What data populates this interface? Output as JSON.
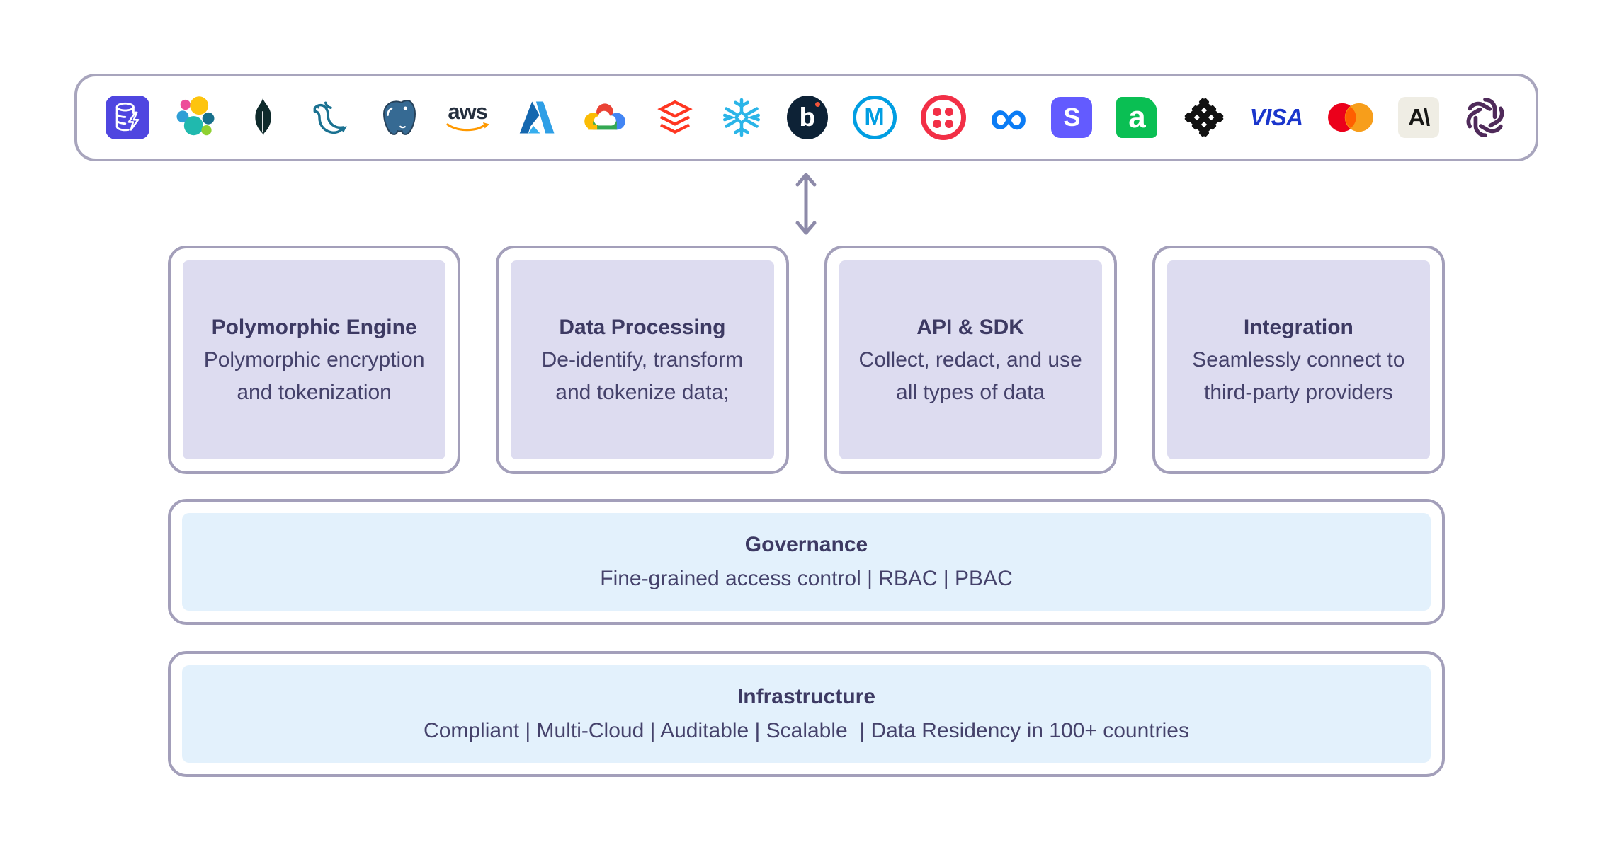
{
  "diagram": {
    "modules": [
      {
        "title": "Polymorphic Engine",
        "description": "Polymorphic encryption and tokenization"
      },
      {
        "title": "Data Processing",
        "description": "De-identify, transform and tokenize data;"
      },
      {
        "title": "API & SDK",
        "description": "Collect, redact, and use all types of data"
      },
      {
        "title": "Integration",
        "description": "Seamlessly connect to third-party providers"
      }
    ],
    "governance": {
      "title": "Governance",
      "description": "Fine-grained access control | RBAC | PBAC"
    },
    "infrastructure": {
      "title": "Infrastructure",
      "description": "Compliant | Multi-Cloud | Auditable | Scalable  | Data Residency in 100+ countries"
    }
  },
  "logo_bar": {
    "logos": [
      {
        "name": "database-icon",
        "label": "Database"
      },
      {
        "name": "elastic-icon",
        "label": "Elastic"
      },
      {
        "name": "mongodb-icon",
        "label": "MongoDB"
      },
      {
        "name": "mysql-icon",
        "label": "MySQL"
      },
      {
        "name": "postgresql-icon",
        "label": "PostgreSQL"
      },
      {
        "name": "aws-icon",
        "label": "AWS"
      },
      {
        "name": "azure-icon",
        "label": "Microsoft Azure"
      },
      {
        "name": "google-cloud-icon",
        "label": "Google Cloud"
      },
      {
        "name": "databricks-icon",
        "label": "Databricks"
      },
      {
        "name": "snowflake-icon",
        "label": "Snowflake"
      },
      {
        "name": "braze-icon",
        "label": "Braze"
      },
      {
        "name": "mulesoft-icon",
        "label": "MuleSoft"
      },
      {
        "name": "twilio-icon",
        "label": "Twilio"
      },
      {
        "name": "meta-icon",
        "label": "Meta"
      },
      {
        "name": "stripe-icon",
        "label": "Stripe"
      },
      {
        "name": "adyen-icon",
        "label": "Adyen"
      },
      {
        "name": "plaid-icon",
        "label": "Plaid"
      },
      {
        "name": "visa-icon",
        "label": "Visa"
      },
      {
        "name": "mastercard-icon",
        "label": "Mastercard"
      },
      {
        "name": "anthropic-icon",
        "label": "Anthropic"
      },
      {
        "name": "openai-icon",
        "label": "OpenAI"
      }
    ]
  },
  "logo_text": {
    "aws": "aws",
    "visa": "VISA",
    "braze_letter": "b",
    "mulesoft_letter": "M",
    "stripe_letter": "S",
    "adyen_letter": "a",
    "anthropic_letter": "A\\",
    "meta_infinity": "∞"
  },
  "colors": {
    "border_gray_purple": "#a39fba",
    "card_lavender": "#dddcf0",
    "band_light_blue": "#e3f1fc",
    "heading_text": "#3d3a63",
    "body_text": "#45426b",
    "arrow": "#8d8aa9"
  }
}
